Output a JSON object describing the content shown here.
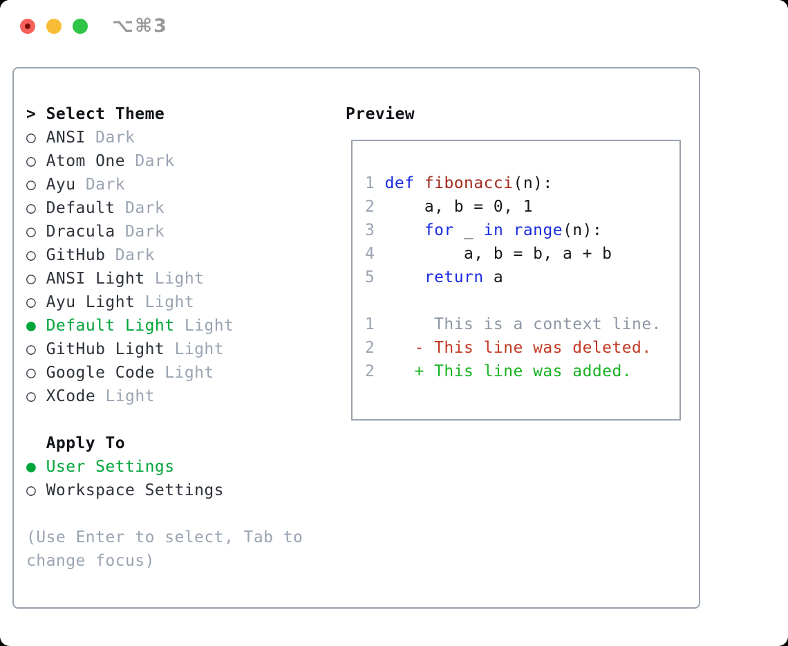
{
  "window": {
    "title": "⌥⌘3",
    "traffic_lights": [
      {
        "name": "close-button",
        "color": "#f8605a"
      },
      {
        "name": "minimize-button",
        "color": "#f8bd35"
      },
      {
        "name": "zoom-button",
        "color": "#30c546"
      }
    ]
  },
  "theme_picker": {
    "prompt": ">",
    "header": "Select Theme",
    "items": [
      {
        "name": "ANSI",
        "variant": "Dark",
        "selected": false
      },
      {
        "name": "Atom One",
        "variant": "Dark",
        "selected": false
      },
      {
        "name": "Ayu",
        "variant": "Dark",
        "selected": false
      },
      {
        "name": "Default",
        "variant": "Dark",
        "selected": false
      },
      {
        "name": "Dracula",
        "variant": "Dark",
        "selected": false
      },
      {
        "name": "GitHub",
        "variant": "Dark",
        "selected": false
      },
      {
        "name": "ANSI Light",
        "variant": "Light",
        "selected": false
      },
      {
        "name": "Ayu Light",
        "variant": "Light",
        "selected": false
      },
      {
        "name": "Default Light",
        "variant": "Light",
        "selected": true
      },
      {
        "name": "GitHub Light",
        "variant": "Light",
        "selected": false
      },
      {
        "name": "Google Code",
        "variant": "Light",
        "selected": false
      },
      {
        "name": "XCode",
        "variant": "Light",
        "selected": false
      }
    ]
  },
  "apply_to": {
    "header": "Apply To",
    "options": [
      {
        "label": "User Settings",
        "selected": true
      },
      {
        "label": "Workspace Settings",
        "selected": false
      }
    ]
  },
  "hint_lines": [
    "(Use Enter to select, Tab to",
    "change focus)"
  ],
  "preview": {
    "header": "Preview",
    "code_lines": [
      {
        "num": "1",
        "name": "code-line",
        "tokens": [
          {
            "t": "def",
            "c": "kw"
          },
          {
            "t": " ",
            "c": "tx"
          },
          {
            "t": "fibonacci",
            "c": "fn"
          },
          {
            "t": "(n):",
            "c": "tx"
          }
        ]
      },
      {
        "num": "2",
        "name": "code-line",
        "tokens": [
          {
            "t": "    a, b = 0, 1",
            "c": "tx"
          }
        ]
      },
      {
        "num": "3",
        "name": "code-line",
        "tokens": [
          {
            "t": "    ",
            "c": "tx"
          },
          {
            "t": "for",
            "c": "kw"
          },
          {
            "t": " _ ",
            "c": "tx"
          },
          {
            "t": "in",
            "c": "kw"
          },
          {
            "t": " ",
            "c": "tx"
          },
          {
            "t": "range",
            "c": "kw"
          },
          {
            "t": "(n):",
            "c": "tx"
          }
        ]
      },
      {
        "num": "4",
        "name": "code-line",
        "tokens": [
          {
            "t": "        a, b = b, a + b",
            "c": "tx"
          }
        ]
      },
      {
        "num": "5",
        "name": "code-line",
        "tokens": [
          {
            "t": "    ",
            "c": "tx"
          },
          {
            "t": "return",
            "c": "kw"
          },
          {
            "t": " a",
            "c": "tx"
          }
        ]
      },
      {
        "num": "",
        "name": "blank-line",
        "tokens": []
      },
      {
        "num": "1",
        "name": "diff-context-line",
        "tokens": [
          {
            "t": "     This is a context line.",
            "c": "mu"
          }
        ]
      },
      {
        "num": "2",
        "name": "diff-deleted-line",
        "tokens": [
          {
            "t": "   - This line was deleted.",
            "c": "del"
          }
        ]
      },
      {
        "num": "2",
        "name": "diff-added-line",
        "tokens": [
          {
            "t": "   + This line was added.",
            "c": "add"
          }
        ]
      }
    ]
  },
  "colors": {
    "selection_green": "#00a53a",
    "keyword_blue": "#1a2be0",
    "function_red": "#a32a1d",
    "diff_deleted_red": "#c23a25",
    "diff_added_green": "#17b321",
    "muted_gray": "#9aa4b2",
    "panel_border": "#98a1ad",
    "traffic_red": "#f8605a",
    "traffic_yellow": "#f8bd35",
    "traffic_green": "#30c546"
  }
}
